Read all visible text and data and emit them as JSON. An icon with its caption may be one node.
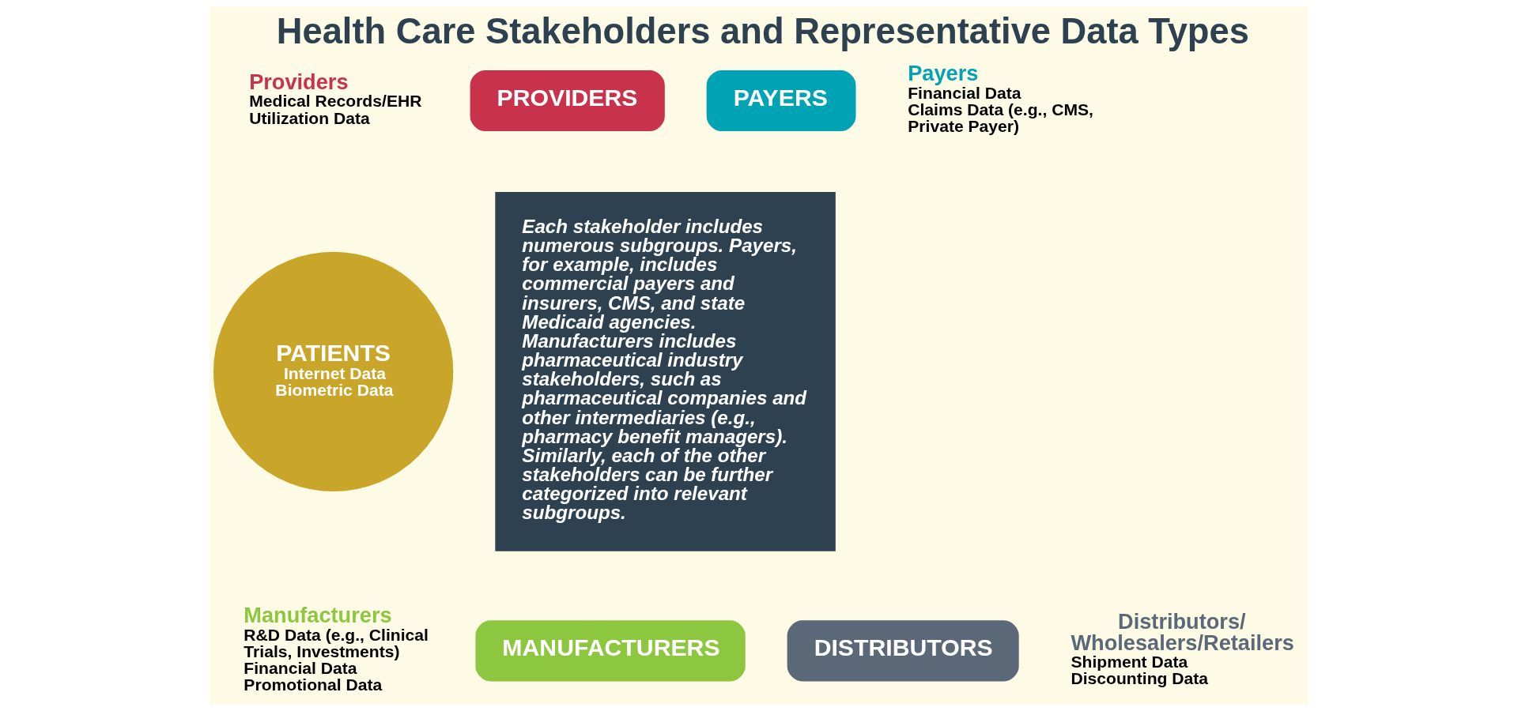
{
  "diagram": {
    "title": "Health Care Stakeholders and Representative Data Types",
    "nodes": [
      {
        "text": [
          "PROVIDERS"
        ],
        "beside": [
          "Providers",
          "Medical Records/EHR",
          "Utilization Data"
        ]
      },
      {
        "text": [
          "PAYERS"
        ],
        "beside": [
          "Payers",
          "Financial Data",
          "Claims Data (e.g., CMS, Private Payer)"
        ]
      },
      {
        "text": [
          "PATIENTS",
          "Internet Data",
          "Biometric Data"
        ]
      },
      {
        "text": [
          "MANUFACTURERS"
        ],
        "beside": [
          "Manufacturers",
          "R&D Data (e.g., Clinical Trials, Investments)",
          "Financial Data",
          "Promotional Data"
        ]
      },
      {
        "text": [
          "DISTRIBUTORS"
        ],
        "beside": [
          "Distributors/ Wholesalers/Retailers",
          "Shipment Data",
          "Discounting Data"
        ]
      }
    ],
    "labels": [
      "Each stakeholder includes numerous subgroups. Payers, for example, includes commercial payers and insurers, CMS, and state Medicaid agencies. Manufacturers includes pharmaceutical industry stakeholders, such as pharmaceutical companies and other intermediaries (e.g., pharmacy benefit managers). Similarly, each of the other stakeholders can be further categorized into relevant subgroups."
    ]
  }
}
